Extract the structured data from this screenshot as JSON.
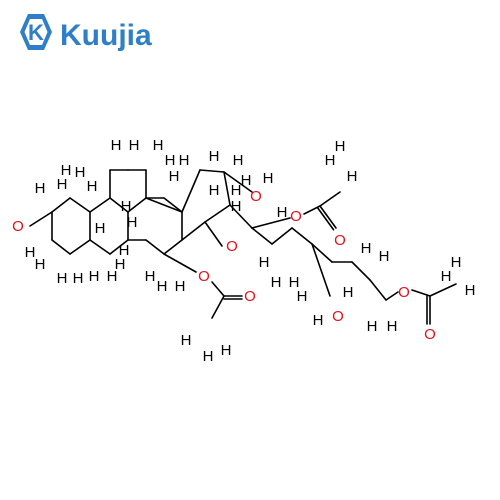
{
  "brand": {
    "name": "Kuujia",
    "mark": "K",
    "color": "#2f7fc8"
  },
  "colors": {
    "carbon_bond": "#000000",
    "hydrogen": "#000000",
    "oxygen": "#e8101a"
  },
  "molecule": {
    "atoms": [
      {
        "id": "O1",
        "label": "O",
        "color": "oxygen"
      },
      {
        "id": "O2",
        "label": "O",
        "color": "oxygen"
      },
      {
        "id": "O3",
        "label": "O",
        "color": "oxygen"
      },
      {
        "id": "O4",
        "label": "O",
        "color": "oxygen"
      },
      {
        "id": "O5",
        "label": "O",
        "color": "oxygen"
      },
      {
        "id": "O6",
        "label": "O",
        "color": "oxygen"
      },
      {
        "id": "O7",
        "label": "O",
        "color": "oxygen"
      },
      {
        "id": "O8",
        "label": "O",
        "color": "oxygen"
      },
      {
        "id": "O9",
        "label": "O",
        "color": "oxygen"
      },
      {
        "id": "O10",
        "label": "O",
        "color": "oxygen"
      }
    ],
    "hydrogen_label": "H"
  }
}
